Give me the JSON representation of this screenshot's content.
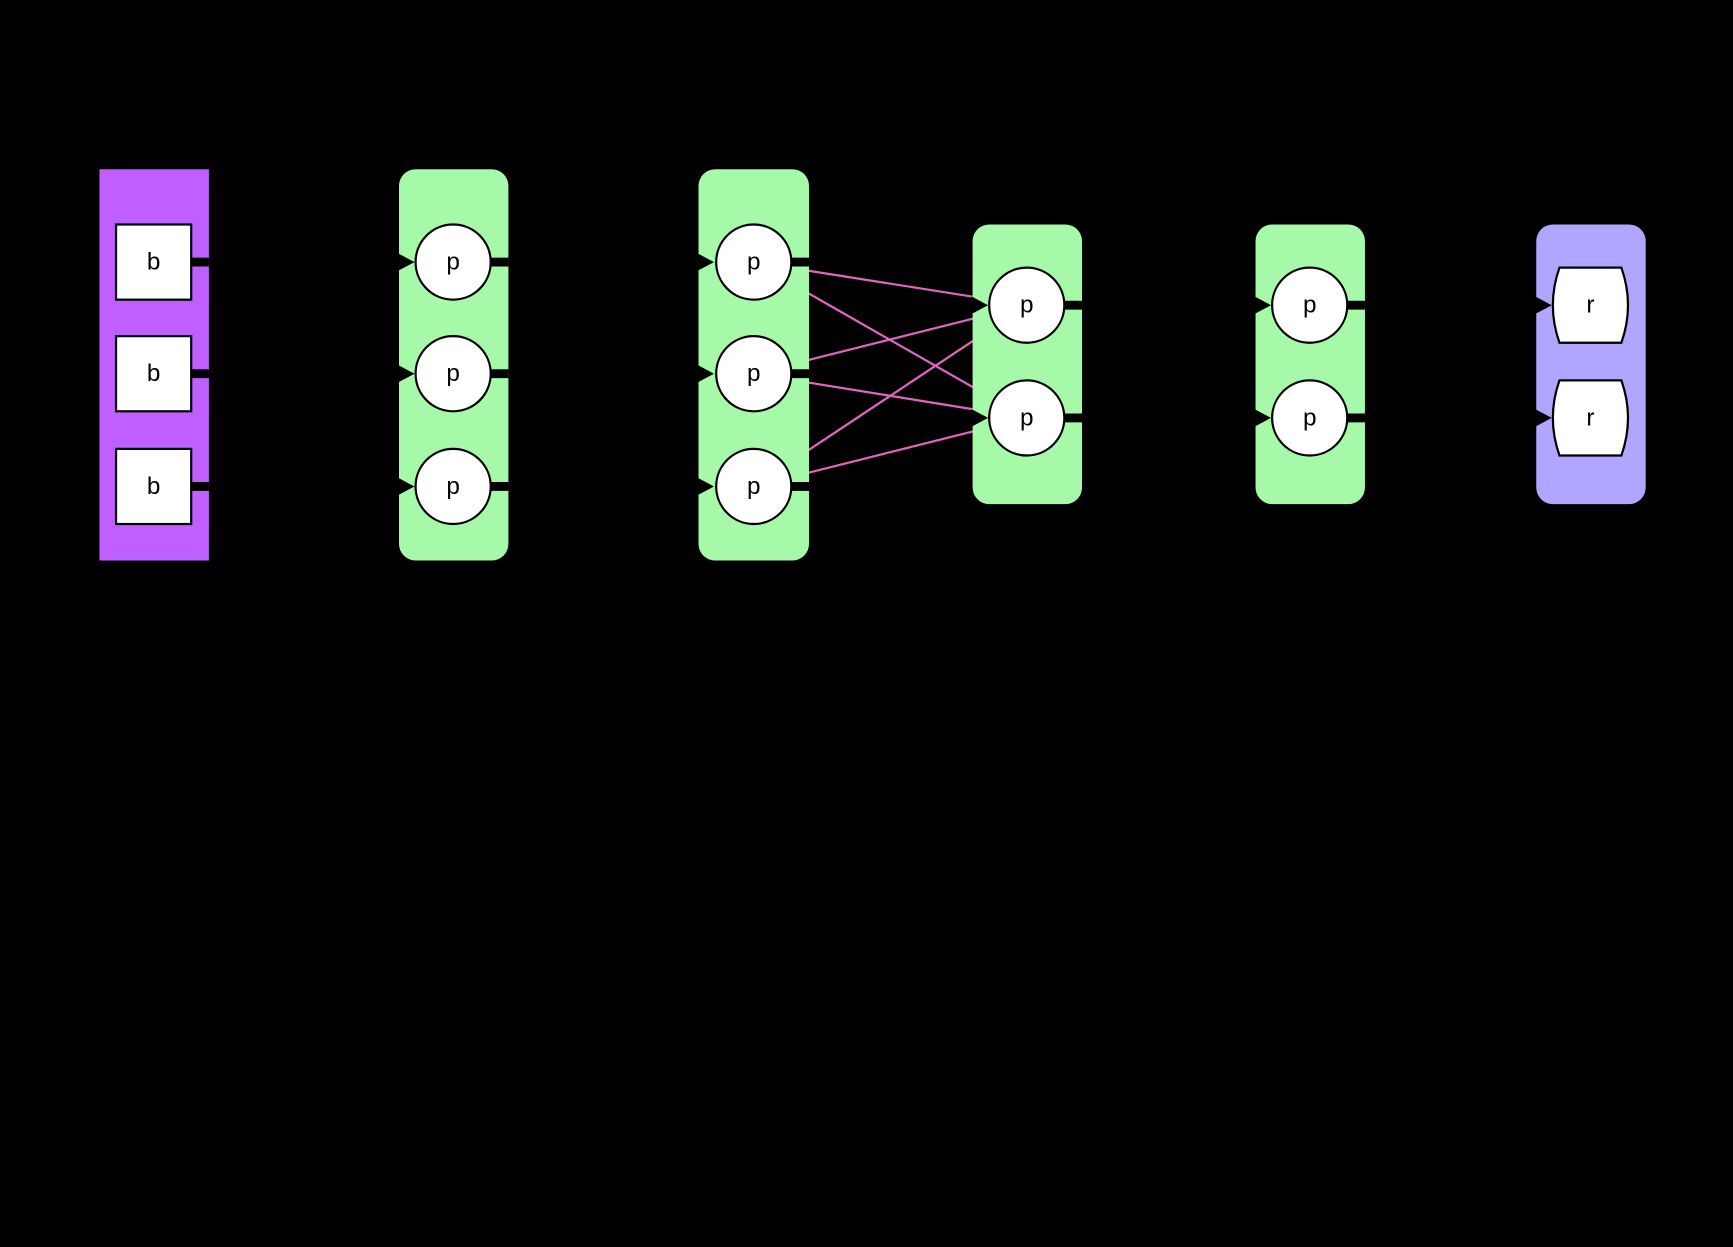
{
  "colors": {
    "background": "#000000",
    "source_group": "#bf5fff",
    "process_group": "#a6f9a9",
    "sink_group": "#b0a6ff",
    "edge": "#e066c0",
    "node_fill": "#ffffff"
  },
  "groups": [
    {
      "kind": "source",
      "shape": "box",
      "nodes": [
        "b",
        "b",
        "b"
      ]
    },
    {
      "kind": "process",
      "shape": "circle",
      "nodes": [
        "p",
        "p",
        "p"
      ]
    },
    {
      "kind": "process",
      "shape": "circle",
      "nodes": [
        "p",
        "p",
        "p"
      ]
    },
    {
      "kind": "process",
      "shape": "circle",
      "nodes": [
        "p",
        "p"
      ]
    },
    {
      "kind": "process",
      "shape": "circle",
      "nodes": [
        "p",
        "p"
      ]
    },
    {
      "kind": "sink",
      "shape": "cylinder",
      "nodes": [
        "r",
        "r"
      ]
    }
  ],
  "edges": [
    {
      "from": [
        2,
        0
      ],
      "to": [
        3,
        0
      ]
    },
    {
      "from": [
        2,
        0
      ],
      "to": [
        3,
        1
      ]
    },
    {
      "from": [
        2,
        1
      ],
      "to": [
        3,
        0
      ]
    },
    {
      "from": [
        2,
        1
      ],
      "to": [
        3,
        1
      ]
    },
    {
      "from": [
        2,
        2
      ],
      "to": [
        3,
        0
      ]
    },
    {
      "from": [
        2,
        2
      ],
      "to": [
        3,
        1
      ]
    }
  ]
}
